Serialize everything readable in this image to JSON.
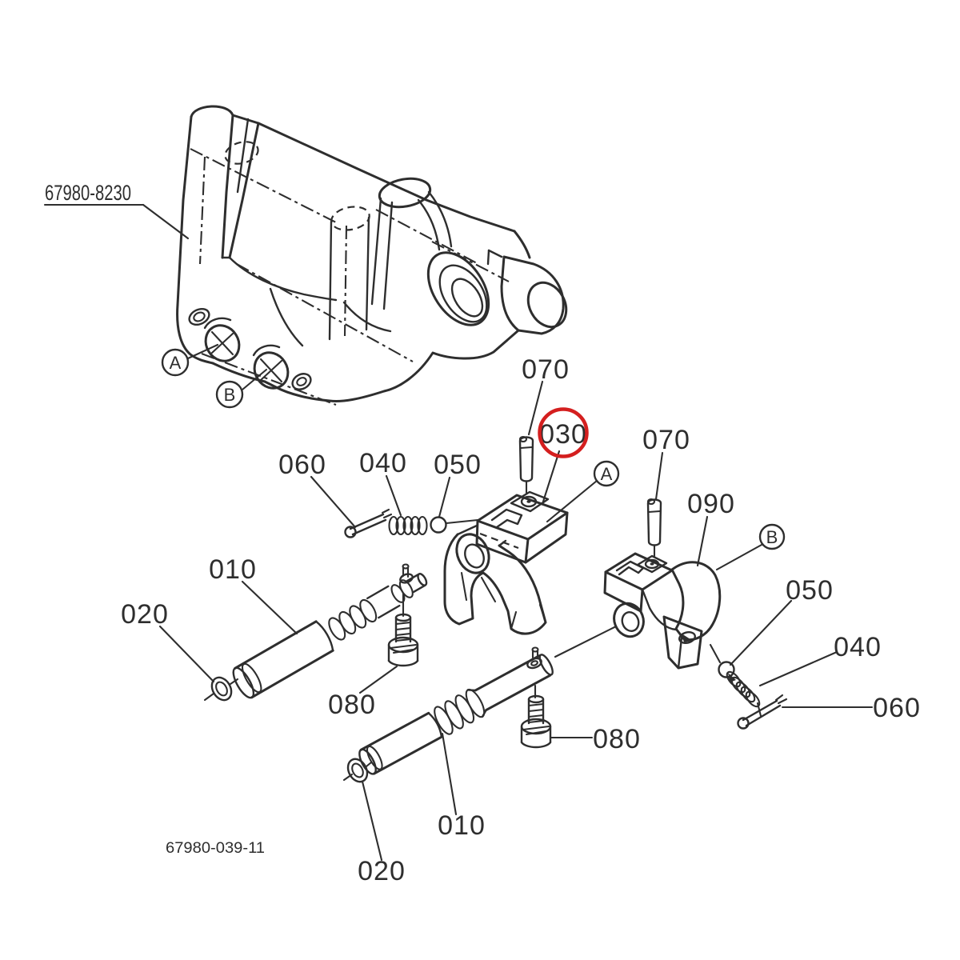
{
  "diagram": {
    "type": "exploded-parts-drawing",
    "assembly_part_number": "67980-8230",
    "drawing_code": "67980-039-11",
    "ink_color": "#2e2e2e",
    "background_color": "#ffffff"
  },
  "highlight": {
    "circled_part": "030",
    "color": "#d41f1f"
  },
  "callouts": {
    "part_numbers": [
      {
        "id": "070-upper-left",
        "text": "070"
      },
      {
        "id": "030-highlighted",
        "text": "030"
      },
      {
        "id": "060-left",
        "text": "060"
      },
      {
        "id": "040-left",
        "text": "040"
      },
      {
        "id": "050-left",
        "text": "050"
      },
      {
        "id": "010-upper",
        "text": "010"
      },
      {
        "id": "020-upper",
        "text": "020"
      },
      {
        "id": "080-left",
        "text": "080"
      },
      {
        "id": "070-right",
        "text": "070"
      },
      {
        "id": "090",
        "text": "090"
      },
      {
        "id": "050-right",
        "text": "050"
      },
      {
        "id": "040-right",
        "text": "040"
      },
      {
        "id": "060-right",
        "text": "060"
      },
      {
        "id": "080-right",
        "text": "080"
      },
      {
        "id": "010-lower",
        "text": "010"
      },
      {
        "id": "020-lower",
        "text": "020"
      }
    ],
    "view_refs": [
      {
        "id": "ref-a-housing",
        "text": "A"
      },
      {
        "id": "ref-b-housing",
        "text": "B"
      },
      {
        "id": "ref-a-fork",
        "text": "A"
      },
      {
        "id": "ref-b-arm",
        "text": "B"
      }
    ]
  }
}
